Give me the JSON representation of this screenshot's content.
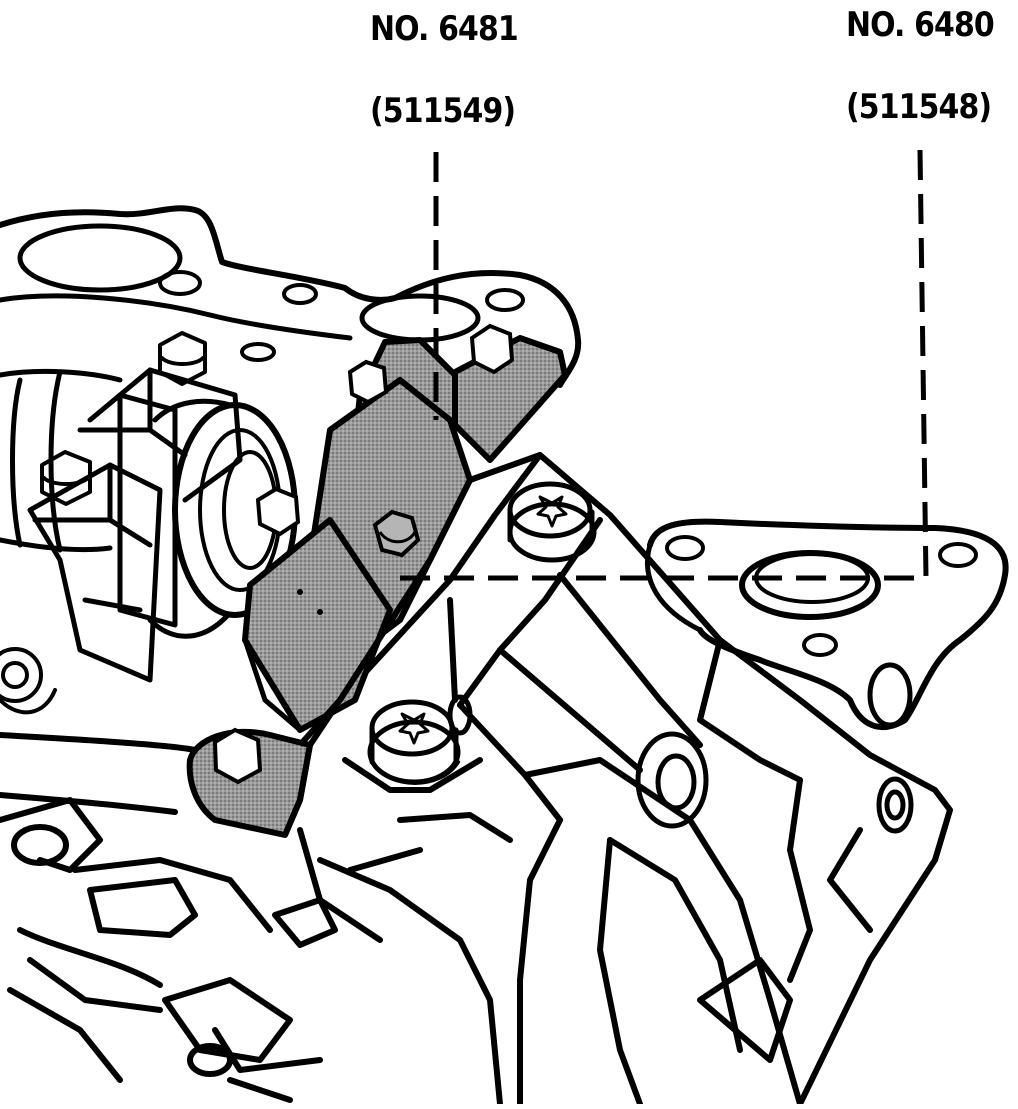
{
  "callouts": {
    "tool_6481": {
      "number": "NO. 6481",
      "part": "(511549)"
    },
    "tool_6480": {
      "number": "NO. 6480",
      "part": "(511548)"
    }
  },
  "colors": {
    "ink": "#000000",
    "paper": "#ffffff",
    "tool_fill": "#8a8a8a"
  }
}
